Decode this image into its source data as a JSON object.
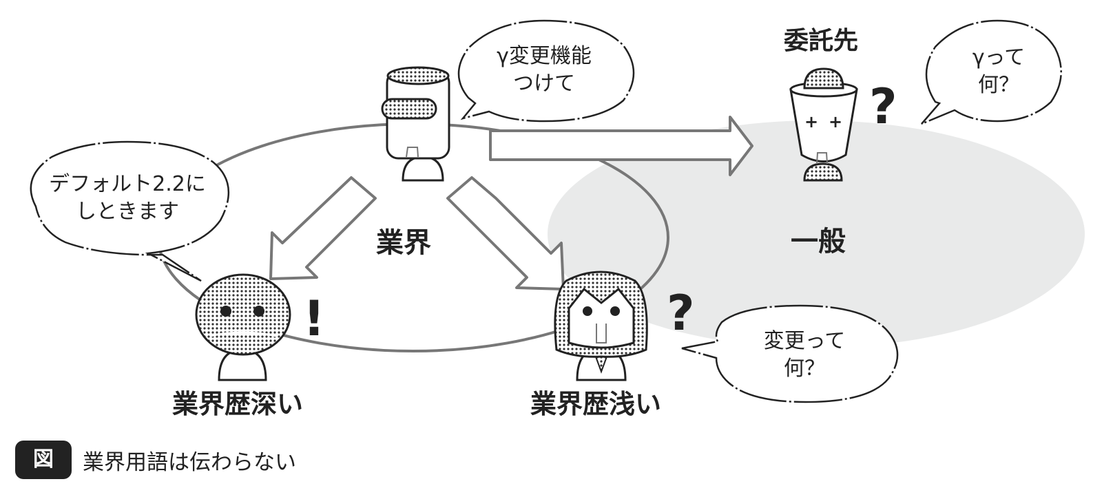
{
  "labels": {
    "industry": "業界",
    "general": "一般",
    "contractor": "委託先",
    "veteran": "業界歴深い",
    "novice": "業界歴浅い"
  },
  "bubbles": {
    "manager": "γ変更機能\nつけて",
    "veteran": "デフォルト2.2に\nしときます",
    "contractor": "γって\n何？",
    "novice": "変更って\n何？"
  },
  "marks": {
    "veteran": "!",
    "novice": "?",
    "contractor": "?"
  },
  "figure": {
    "badge": "図",
    "caption": "業界用語は伝わらない"
  },
  "colors": {
    "general_region": "#e9eaea",
    "outline": "#777777",
    "ink": "#222222"
  }
}
